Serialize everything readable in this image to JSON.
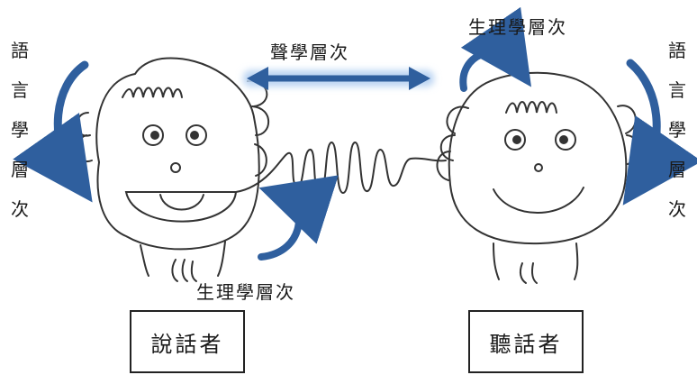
{
  "labels": {
    "acoustic_level": "聲學層次",
    "physiological_level_top": "生理學層次",
    "physiological_level_bottom": "生理學層次",
    "linguistic_level_left": [
      "語",
      "言",
      "學",
      "層",
      "次"
    ],
    "linguistic_level_right": [
      "語",
      "言",
      "學",
      "層",
      "次"
    ]
  },
  "boxes": {
    "speaker": "說話者",
    "listener": "聽話者"
  },
  "colors": {
    "arrow": "#2f5f9e",
    "arrow_glow": "#b9d3f2",
    "line": "#333333"
  }
}
